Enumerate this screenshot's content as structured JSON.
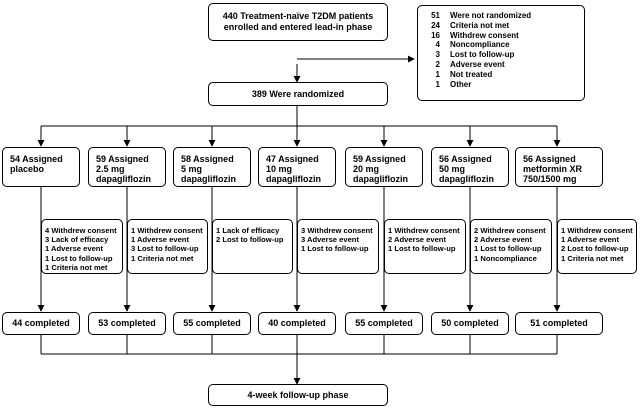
{
  "enrolled": {
    "line1": "440 Treatment-naïve T2DM patients",
    "line2": "enrolled and entered lead-in phase"
  },
  "exclusions": [
    {
      "n": "51",
      "label": "Were not randomized"
    },
    {
      "n": "24",
      "label": "Criteria not met"
    },
    {
      "n": "16",
      "label": "Withdrew consent"
    },
    {
      "n": "4",
      "label": "Noncompliance"
    },
    {
      "n": "3",
      "label": "Lost to follow-up"
    },
    {
      "n": "2",
      "label": "Adverse event"
    },
    {
      "n": "1",
      "label": "Not treated"
    },
    {
      "n": "1",
      "label": "Other"
    }
  ],
  "randomized": "389 Were randomized",
  "arms": [
    {
      "lines": [
        "54 Assigned",
        "placebo"
      ],
      "reasons": [
        "4 Withdrew consent",
        "3 Lack of efficacy",
        "1 Adverse event",
        "1 Lost to follow-up",
        "1 Criteria not met"
      ],
      "completed": "44 completed"
    },
    {
      "lines": [
        "59 Assigned",
        "2.5 mg",
        "dapagliflozin"
      ],
      "reasons": [
        "1 Withdrew consent",
        "1 Adverse event",
        "3 Lost to follow-up",
        "1 Criteria not met"
      ],
      "completed": "53 completed"
    },
    {
      "lines": [
        "58 Assigned",
        "5 mg",
        "dapagliflozin"
      ],
      "reasons": [
        "1 Lack of efficacy",
        "2 Lost to follow-up"
      ],
      "completed": "55 completed"
    },
    {
      "lines": [
        "47 Assigned",
        "10 mg",
        "dapagliflozin"
      ],
      "reasons": [
        "3 Withdrew consent",
        "3 Adverse event",
        "1 Lost to follow-up"
      ],
      "completed": "40 completed"
    },
    {
      "lines": [
        "59 Assigned",
        "20 mg",
        "dapagliflozin"
      ],
      "reasons": [
        "1 Withdrew consent",
        "2 Adverse event",
        "1 Lost to follow-up"
      ],
      "completed": "55 completed"
    },
    {
      "lines": [
        "56 Assigned",
        "50 mg",
        "dapagliflozin"
      ],
      "reasons": [
        "2 Withdrew consent",
        "2 Adverse event",
        "1 Lost to follow-up",
        "1 Noncompliance"
      ],
      "completed": "50 completed"
    },
    {
      "lines": [
        "56 Assigned",
        "metformin XR",
        "750/1500 mg"
      ],
      "reasons": [
        "1 Withdrew consent",
        "1 Adverse event",
        "2 Lost to follow-up",
        "1 Criteria not met"
      ],
      "completed": "51 completed"
    }
  ],
  "followup": "4-week follow-up phase"
}
